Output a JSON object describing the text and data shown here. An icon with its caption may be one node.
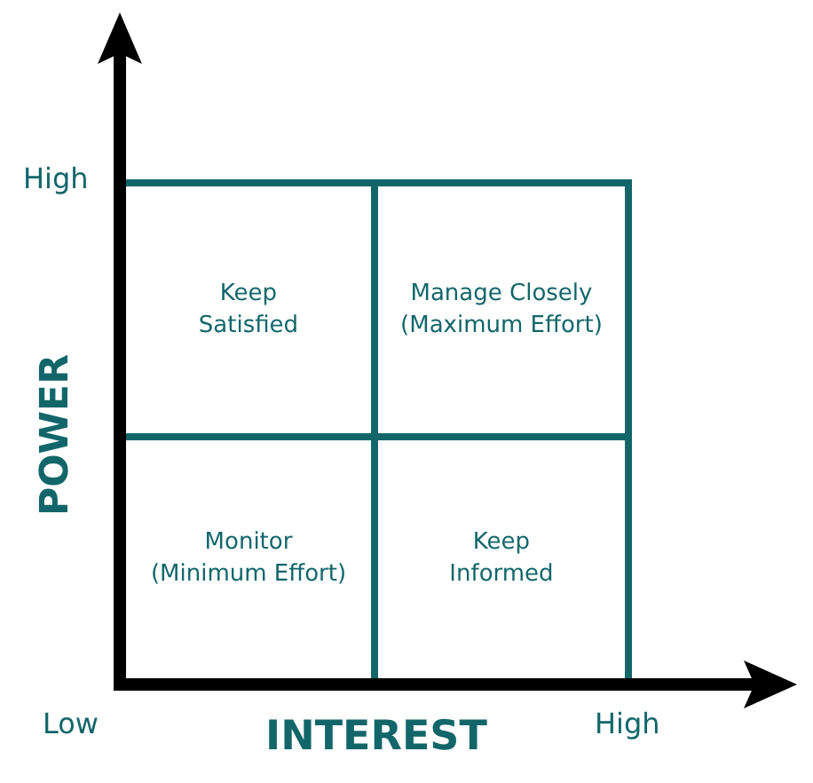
{
  "diagram": {
    "nodes": [
      {
        "text": [
          "Keep Satisfied"
        ]
      },
      {
        "text": [
          "Manage Closely (Maximum Effort)"
        ]
      },
      {
        "text": [
          "Monitor (Minimum Effort)"
        ]
      },
      {
        "text": [
          "Keep Informed"
        ]
      }
    ],
    "labels": [
      "High",
      "POWER",
      "Low",
      "INTEREST",
      "High"
    ]
  }
}
